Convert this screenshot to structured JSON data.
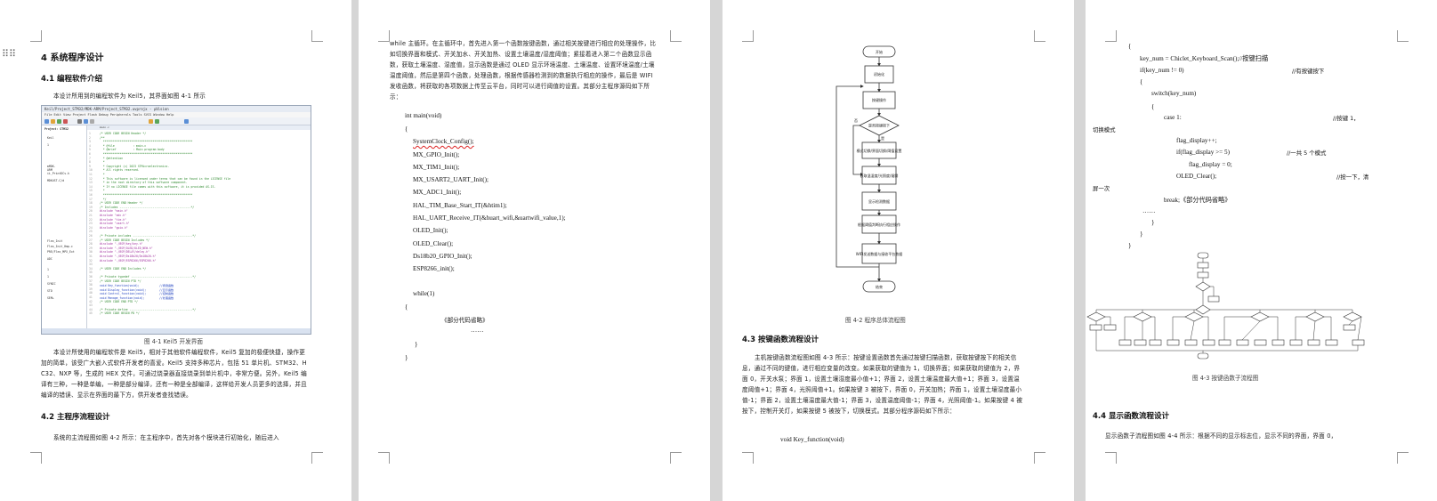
{
  "page1": {
    "h_system": "4 系统程序设计",
    "h_keil": "4.1 编程软件介绍",
    "para_intro": "本设计所用到的编程软件为 Keil5，其界面如图 4-1 所示",
    "keil": {
      "title": "Keil/Project_STM32/MDK-ARM/Project_STM32.uvprojx - µVision",
      "menu": "File  Edit  View  Project  Flash  Debug  Peripherals  Tools  SVCS  Window  Help",
      "tab": "main.c",
      "project_label": "Project: STM32",
      "code_lines": [
        "/* USER CODE BEGIN Header */",
        "/**",
        "  ******************************************************",
        "  * @file           : main.c",
        "  * @brief          : Main program body",
        "  ******************************************************",
        "  * @attention",
        "  *",
        "  * Copyright (c) 2023 STMicroelectronics.",
        "  * All rights reserved.",
        "  *",
        "  * This software is licensed under terms that can be found in the LICENSE file",
        "  * in the root directory of this software component.",
        "  * If no LICENSE file comes with this software, it is provided AS-IS.",
        "  *",
        "  ******************************************************",
        "  */",
        "/* USER CODE END Header */",
        "/* Includes -------------------------------------------*/",
        "#include \"main.h\"",
        "#include \"adc.h\"",
        "#include \"tim.h\"",
        "#include \"usart.h\"",
        "#include \"gpio.h\"",
        "",
        "/* Private includes ------------------------------------*/",
        "/* USER CODE BEGIN Includes */",
        "#include \"./BSP/key/key.h\"",
        "#include \"./BSP/OLED/OLED_NEW.h\"",
        "#include \"./BSP/DELAY/delay.h\"",
        "#include \"./BSP/Ds18b20/Ds18b20.h\"",
        "#include \"./BSP/ESP8266/ESP8266.h\"",
        "",
        "/* USER CODE END Includes */",
        "",
        "/* Private typedef -------------------------------------*/",
        "/* USER CODE BEGIN PTD */",
        "void Key_function(void);            //按键函数",
        "void Display_function(void);        //显示函数",
        "void Control_function(void);        //控制函数",
        "void Manage_function(void);         //处理函数",
        "/* USER CODE END PTD */",
        "",
        "/* Private define --------------------------------------*/",
        "/* USER CODE BEGIN PD */"
      ],
      "left_items": [
        "Keil",
        "1",
        "mMDK-ARM",
        "ii_PrintDCs.h",
        "MDK4ST.C/d",
        "Flex_Init",
        "Flex_Init_Hmp.c",
        "PRE/Flex_MPX_Ext",
        "ADC",
        "1",
        "1",
        "SYNIC",
        "STD",
        "SEM+"
      ]
    },
    "cap_4_1": "图 4-1 Keil5 开发界面",
    "para_keil": "本设计所使用的编程软件是 Keil5，相对于其他软件编程软件，Keil5 复加的极便快捷，操作更加的简单，该受广大嵌入式软件开发者的喜爱。Keil5 支持多种芯片，包括 51 单片机、STM32、HC32、NXP 等，生成的 HEX 文件，可通过烧录器直接烧录到单片机中，非常方便。另外，Keil5 编译有三种，一种是单编，一种是部分编译，还有一种是全部编译，这样给开发人员更多的选择，并且编译的错误、显示在界面的最下方，供开发者查找错误。",
    "h_main": "4.2 主程序流程设计",
    "para_main": "系统的主流程图如图 4-2 所示：在主程序中，首先对各个模块进行初始化，随后进入"
  },
  "page2": {
    "para": "while 主循环。在主循环中，首先进入第一个函数按键函数，通过相关按键进行相应的处理操作，比如切换界面和模式、开关加水、开关加热、设置土壤温度/湿度阈值；紧接着进入第二个函数显示函数，获取土壤温度、湿度值，显示函数是通过 OLED 显示环境温度、土壤温度、设置环境温度/土壤温度阈值，然后是第四个函数，处理函数，根据传感器检测到的数据执行相应的操作，最后是 WIFI 发收函数，将获取的各项数据上传至云平台，同时可以进行阈值的设置。其部分主程序源码如下所示：",
    "lines": [
      "int main(void)",
      "{",
      "SystemClock_Config();",
      "MX_GPIO_Init();",
      "MX_TIM1_Init();",
      "MX_USART2_UART_Init();",
      "MX_ADC1_Init();",
      "HAL_TIM_Base_Start_IT(&htim1);",
      "HAL_UART_Receive_IT(&huart_wifi,&uartwifi_value,1);",
      "OLED_Init();",
      "OLED_Clear();",
      "Ds18b20_GPIO_Init();",
      "ESP8266_init();",
      "while(1)",
      "{",
      "《部分代码省略》",
      "……",
      "}",
      "}"
    ]
  },
  "page3": {
    "flow": {
      "start": "开始",
      "init": "初始化",
      "key": "按键操作",
      "decide": "是否按键按下",
      "yes": "是",
      "no": "否",
      "switch": "模式切换/界面切换/阈值设置",
      "get_data": "获取温湿度/光照度/烟雾",
      "oled": "显示检测数据",
      "manage": "根据阈值判断执行相应操作",
      "wifi": "WIFI发送数据与接收平台数据",
      "end": "结束"
    },
    "cap_4_2": "图 4-2 程序总体流程图",
    "h_key": "4.3 按键函数流程设计",
    "para_key": "主机按键函数流程图如图 4-3 所示：按键设置函数首先通过按键扫描函数，获取按键按下的相关信息，通过不同的键值，进行相应变量的改变。如果获取的键值为 1，切换界面；如果获取的键值为 2，界面 0，开关水泵；界面 1，设置土壤湿度最小值+1；界面 2，设置土壤温度最大值+1；界面 3，设置温度阈值+1；界面 4，光照阈值+1。如果按键 3 被按下，界面 0，开关加热；界面 1，设置土壤湿度最小值-1；界面 2，设置土壤温度最大值-1；界面 3，设置温度阈值-1；界面 4，光照阈值-1。如果按键 4 被按下，控制开关灯，如果按键 5 被按下，切换模式。其部分程序源码如下所示：",
    "code": "void Key_function(void)"
  },
  "page4": {
    "lines": [
      "{",
      "key_num = Chiclet_Keyboard_Scan();//按键扫描",
      "if(key_num != 0)",
      "//有按键按下",
      "{",
      "switch(key_num)",
      "{",
      "case 1:",
      "//按键 1，",
      "切换模式",
      "flag_display++;",
      "if(flag_display >= 5)",
      "//一共 5 个模式",
      "flag_display = 0;",
      "OLED_Clear();",
      "//按一下，清",
      "屏一次",
      "break;《部分代码省略》",
      "……",
      "}",
      "}",
      "}"
    ],
    "cap_4_3": "图 4-3 按键函数子流程图",
    "h_display": "4.4 显示函数流程设计",
    "para_display": "显示函数子流程图如图 4-4 所示：根据不同的显示标志位，显示不同的界面，界面 0，"
  }
}
